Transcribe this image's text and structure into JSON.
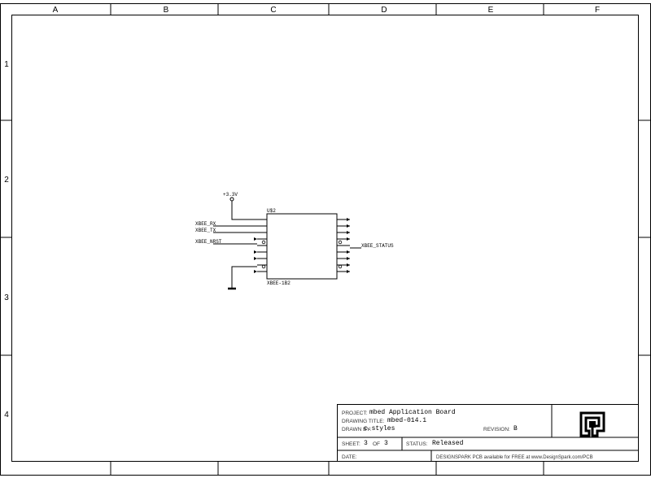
{
  "frame": {
    "columns": [
      "A",
      "B",
      "C",
      "D",
      "E",
      "F"
    ],
    "rows": [
      "1",
      "2",
      "3",
      "4"
    ]
  },
  "schematic": {
    "power_label": "+3.3V",
    "component_ref": "U$2",
    "component_name": "XBEE-1B2",
    "net_labels": {
      "rx": "XBEE_RX",
      "tx": "XBEE_TX",
      "nrst": "XBEE_NRST",
      "status": "XBEE_STATUS"
    }
  },
  "title_block": {
    "project_label": "PROJECT:",
    "project_value": "mbed Application Board",
    "drawing_title_label": "DRAWING TITLE:",
    "drawing_title_value": "mbed-014.1",
    "drawn_by_label": "DRAWN BY:",
    "drawn_by_value": "c.styles",
    "revision_label": "REVISION:",
    "revision_value": "B",
    "sheet_label": "SHEET:",
    "sheet_value": "3",
    "of_label": "OF",
    "of_value": "3",
    "status_label": "STATUS:",
    "status_value": "Released",
    "date_label": "DATE:",
    "footer_text": "DESIGNSPARK PCB available for FREE at www.DesignSpark.com/PCB"
  }
}
